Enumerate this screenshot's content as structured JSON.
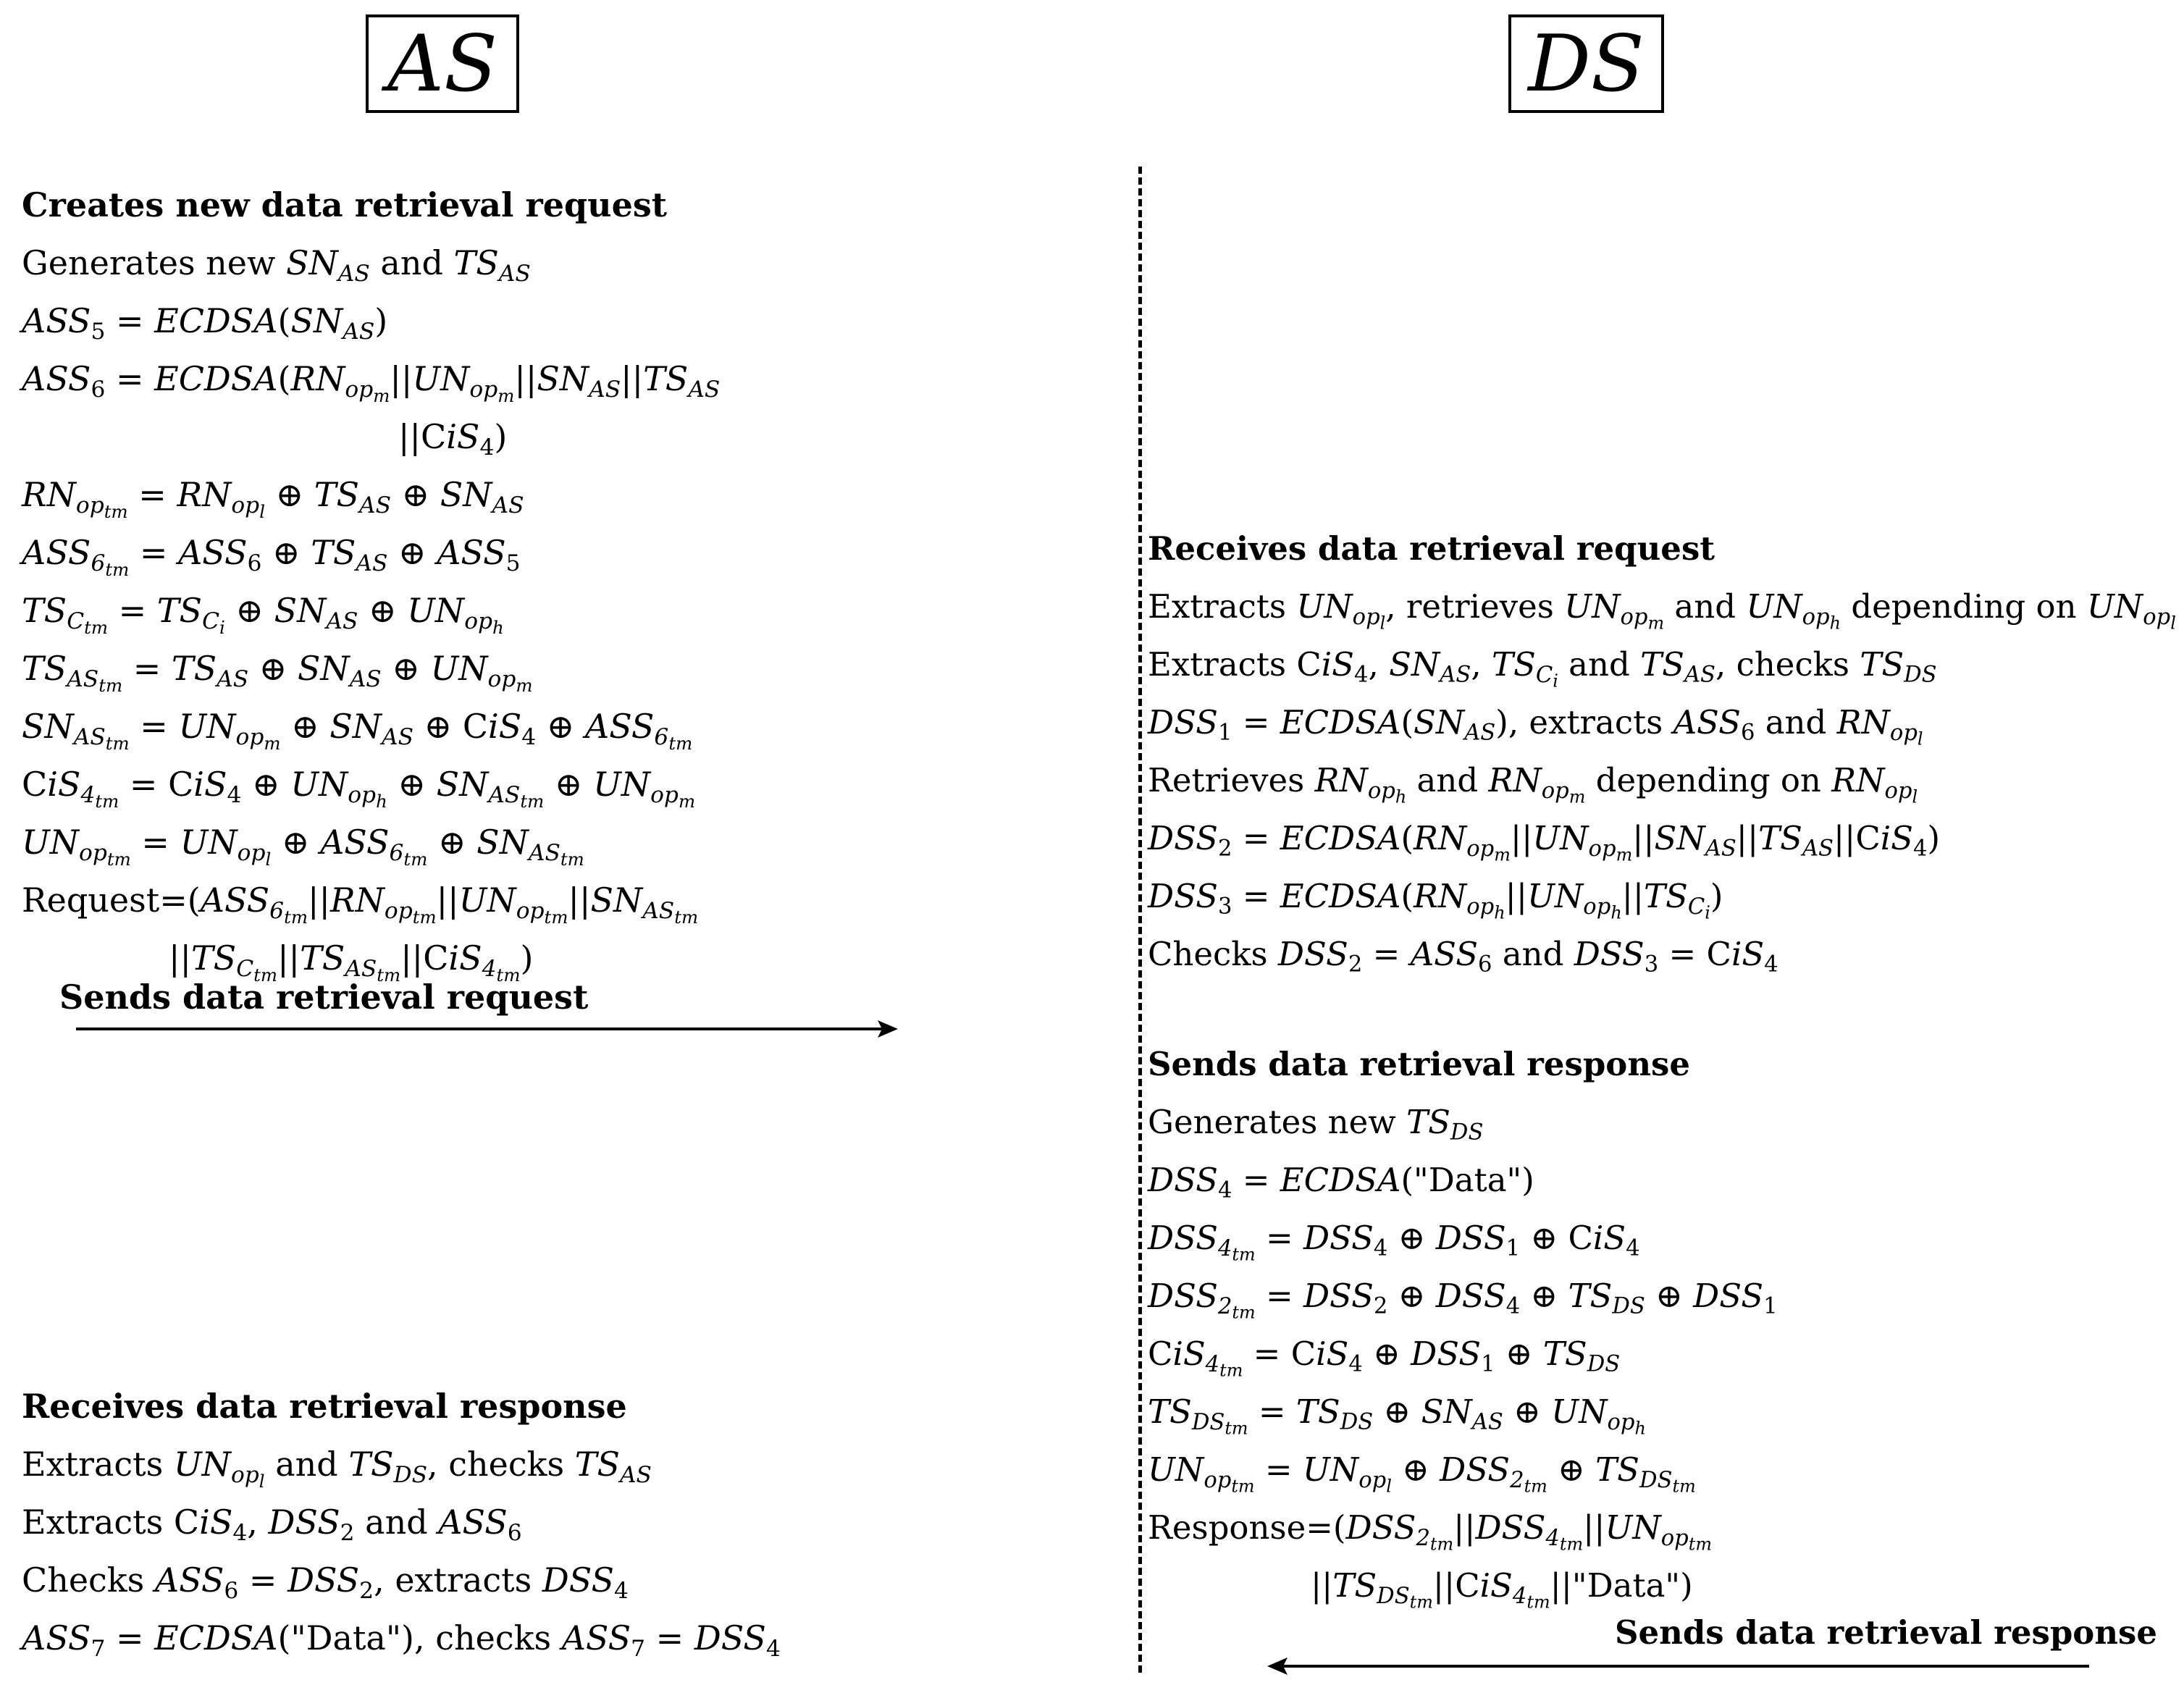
{
  "headers": {
    "left": "AS",
    "right": "DS"
  },
  "as_request": {
    "title": "Creates new data retrieval request",
    "l1_pre": "Generates new ",
    "l1_and": " and ",
    "ecdsa": "ECDSA",
    "eq": " = ",
    "xor": " ⊕ ",
    "dsep": "||",
    "request_label": "Request=(",
    "send_label": "Sends data retrieval request"
  },
  "ds_request": {
    "title": "Receives data retrieval request",
    "l1_pre": "Extracts ",
    "l1_mid": ", retrieves ",
    "l1_and": " and ",
    "l1_dep": " depending on ",
    "l2_pre": "Extracts ",
    "l2_and": " and ",
    "l2_checks": ", checks ",
    "l3_extracts": ", extracts ",
    "l3_and": " and ",
    "l4_pre": "Retrieves ",
    "l4_and": " and ",
    "l4_dep": " depending on ",
    "l7_pre": "Checks ",
    "l7_and": " and "
  },
  "ds_response": {
    "title": "Sends data retrieval response",
    "l1_pre": "Generates new ",
    "data_str": "\"Data\"",
    "response_label": "Response=(",
    "send_label": "Sends data retrieval response"
  },
  "as_response": {
    "title": "Receives data retrieval response",
    "l1_pre": "Extracts ",
    "l1_and": " and ",
    "l1_checks": ", checks ",
    "l2_pre": "Extracts ",
    "l2_and": " and ",
    "l3_pre": "Checks ",
    "l3_extracts": ", extracts ",
    "l4_checks": "), checks "
  }
}
